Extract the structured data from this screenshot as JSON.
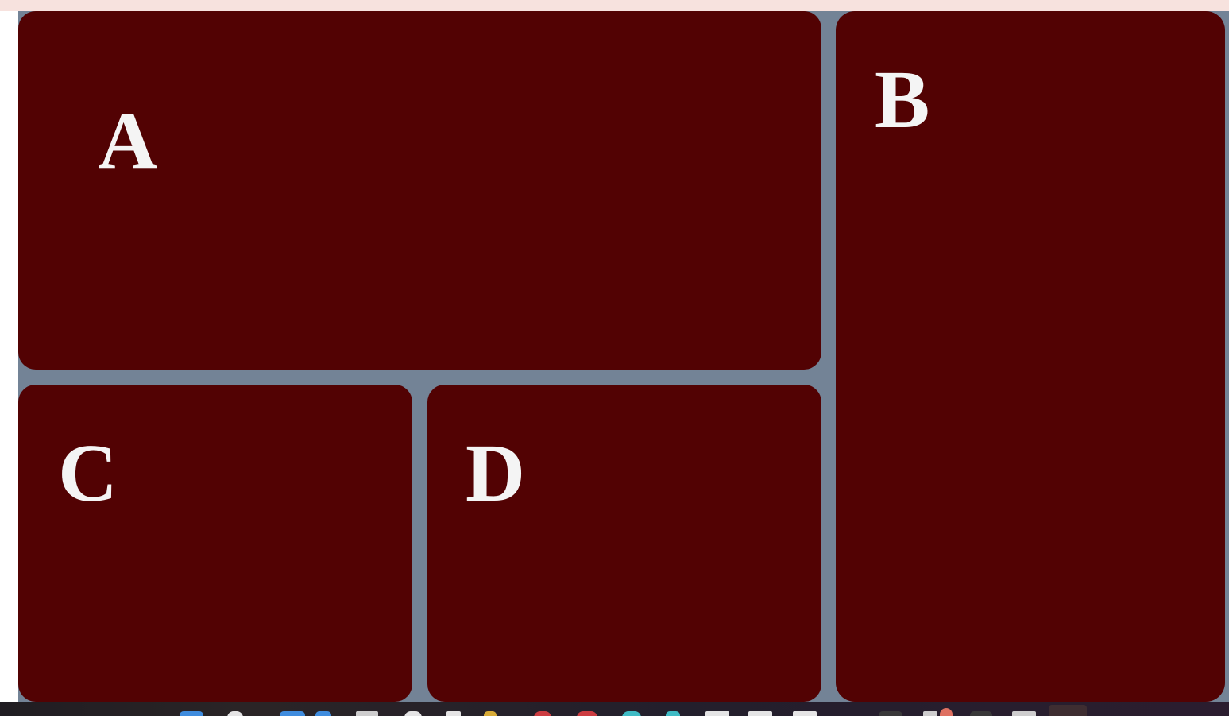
{
  "colors": {
    "top_strip": "#f7e2de",
    "grid_background": "#738396",
    "box_background": "#520203",
    "label_color": "#f4f4f4"
  },
  "layout_boxes": {
    "a": {
      "label": "A"
    },
    "b": {
      "label": "B"
    },
    "c": {
      "label": "C"
    },
    "d": {
      "label": "D"
    }
  },
  "taskbar": {
    "icons": [
      "windows-start-icon",
      "search-icon",
      "edge-browser-icon",
      "vscode-icon",
      "file-icon",
      "chrome-icon",
      "file-explorer-icon",
      "folder-icon",
      "red-app-icon",
      "orange-app-icon",
      "teal-app-icon",
      "blue-app-icon",
      "document-icon",
      "document-icon",
      "document-icon",
      "settings-icon",
      "notification-icon",
      "terminal-icon",
      "tray-app-icon",
      "user-app-icon"
    ]
  }
}
